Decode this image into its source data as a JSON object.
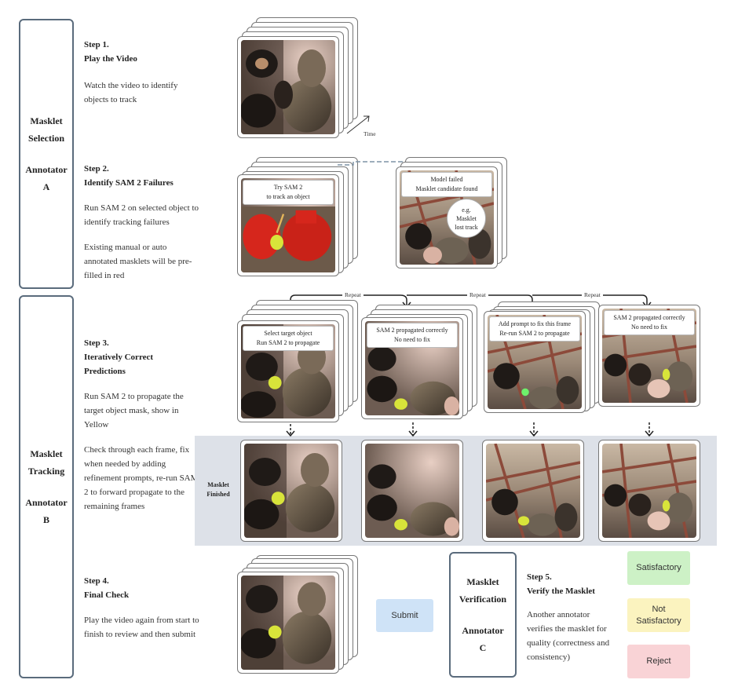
{
  "roles": {
    "selection": {
      "line1": "Masklet",
      "line2": "Selection",
      "line3": "Annotator",
      "line4": "A"
    },
    "tracking": {
      "line1": "Masklet",
      "line2": "Tracking",
      "line3": "Annotator",
      "line4": "B"
    },
    "verification": {
      "line1": "Masklet",
      "line2": "Verification",
      "line3": "Annotator",
      "line4": "C"
    }
  },
  "steps": {
    "s1": {
      "num": "Step 1.",
      "title": "Play the Video",
      "body": "Watch the video to identify objects to track"
    },
    "s2": {
      "num": "Step 2.",
      "title": "Identify SAM 2 Failures",
      "body1": "Run SAM 2 on selected object to identify tracking failures",
      "body2": "Existing manual or auto annotated masklets will be pre-filled in red"
    },
    "s3": {
      "num": "Step 3.",
      "title1": "Iteratively Correct",
      "title2": "Predictions",
      "body1": "Run SAM 2 to propagate the target object mask, show in Yellow",
      "body2": "Check through each frame, fix when needed by adding refinement prompts, re-run SAM 2 to forward propagate to the remaining frames"
    },
    "s4": {
      "num": "Step 4.",
      "title": "Final Check",
      "body": "Play the video again from start to finish to review and then submit"
    },
    "s5": {
      "num": "Step 5.",
      "title": "Verify the Masklet",
      "body": "Another annotator verifies the masklet for quality (correctness and consistency)"
    }
  },
  "labels": {
    "time": "Time",
    "repeat": "Repeat",
    "masklet_finished_1": "Masklet",
    "masklet_finished_2": "Finished"
  },
  "captions": {
    "try_sam": {
      "l1": "Try SAM 2",
      "l2": "to track an object"
    },
    "model_failed": {
      "l1": "Model failed",
      "l2": "Masklet candidate found"
    },
    "eg_note": {
      "l1": "e.g.",
      "l2": "Masklet",
      "l3": "lost track"
    },
    "select_target": {
      "l1": "Select target object",
      "l2": "Run SAM 2 to propagate"
    },
    "propagated_1": {
      "l1": "SAM 2 propagated correctly",
      "l2": "No need to fix"
    },
    "add_prompt": {
      "l1": "Add prompt to fix this frame",
      "l2": "Re-run SAM 2 to propagate"
    },
    "propagated_2": {
      "l1": "SAM 2 propagated correctly",
      "l2": "No need to fix"
    }
  },
  "buttons": {
    "submit": "Submit",
    "satisfactory": "Satisfactory",
    "not_satisfactory_1": "Not",
    "not_satisfactory_2": "Satisfactory",
    "reject": "Reject"
  },
  "colors": {
    "role_border": "#5a6b7c",
    "finished_band": "#dde1e8",
    "submit_bg": "#cfe3f7",
    "satisfactory_bg": "#cdf1c6",
    "not_satisfactory_bg": "#fbf3bf",
    "reject_bg": "#f9d3d6",
    "mask_yellow": "#d8e43a",
    "mask_red": "#d6261c"
  }
}
